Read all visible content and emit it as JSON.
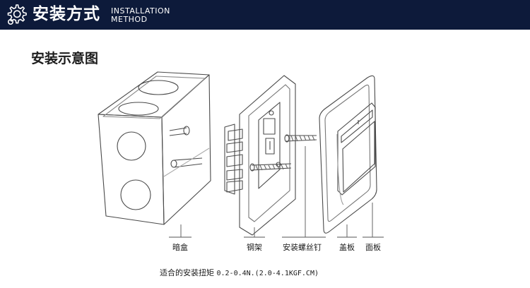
{
  "header": {
    "title": "安装方式",
    "subtitle_line1": "INSTALLATION",
    "subtitle_line2": "METHOD",
    "icon": "gear-icon",
    "background_color": "#0d1a3a"
  },
  "section": {
    "title": "安装示意图"
  },
  "diagram": {
    "parts": [
      {
        "label": "暗盒"
      },
      {
        "label": "钢架"
      },
      {
        "label": "安装螺丝钉"
      },
      {
        "label": "盖板"
      },
      {
        "label": "面板"
      }
    ]
  },
  "note": {
    "prefix": "适合的安装扭矩",
    "value": "0.2-0.4N.(2.0-4.1KGF.CM)"
  }
}
